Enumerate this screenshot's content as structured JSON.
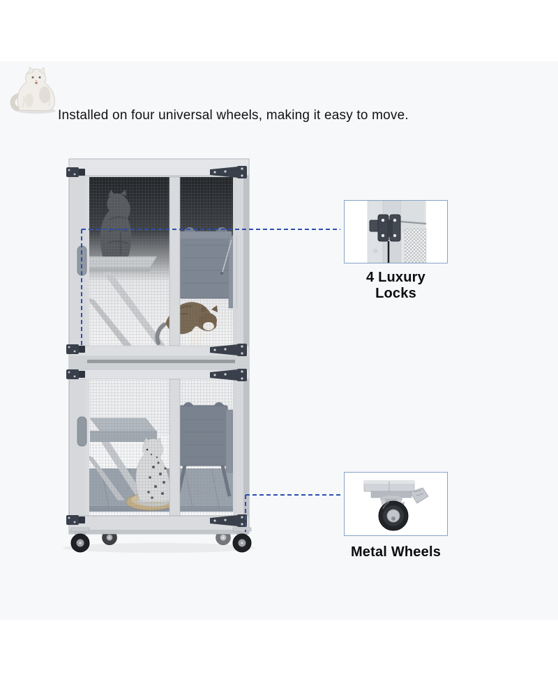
{
  "header": {
    "headline": "Installed on four universal wheels, making it easy to move."
  },
  "callouts": {
    "locks": {
      "label": "4 Luxury Locks"
    },
    "wheels": {
      "label": "Metal Wheels"
    }
  },
  "icons": {
    "hero_cat": "white-fluffy-cat-photo",
    "cage_illustration": "two-tier-cat-cage-with-cats-on-wheels",
    "locks_thumbnail": "door-latch-lock-closeup",
    "wheels_thumbnail": "swivel-caster-wheel-closeup",
    "leader_lines": "blue-dashed-callout-lines"
  },
  "colors": {
    "accent-blue": "#2c4fae",
    "callout-border": "#87a3c6",
    "band-bg": "#f7f8fa",
    "page-bg": "#ffffff",
    "text": "#111111"
  }
}
